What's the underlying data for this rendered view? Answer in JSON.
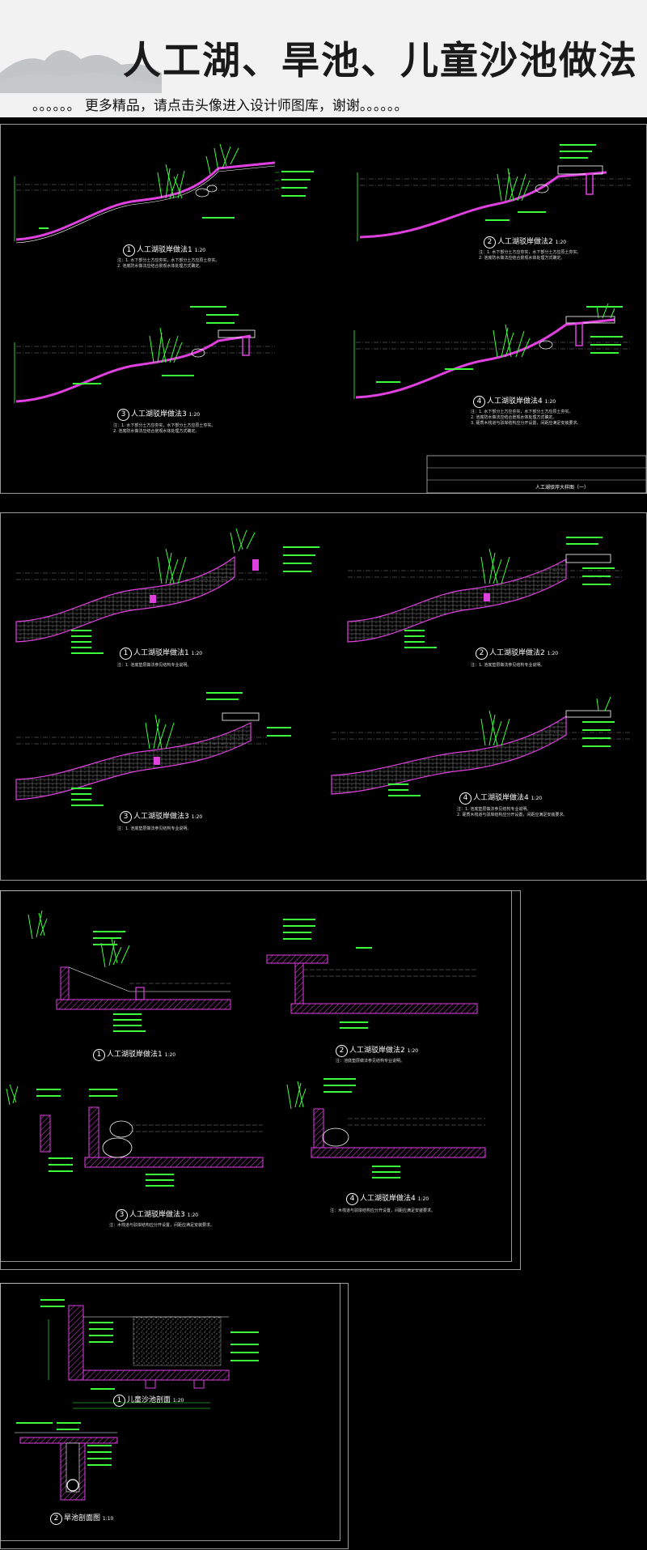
{
  "header": {
    "title": "人工湖、旱池、儿童沙池做法",
    "subtitle": "。。。。。。 更多精品，请点击头像进入设计师图库，谢谢。。。。。。"
  },
  "sheet1": {
    "panels": [
      {
        "num": "1",
        "label": "人工湖驳岸做法1",
        "scale": "1:20",
        "notes": [
          "注：1. 水下部分土方应夯实，水下部分土方应原土夯实。",
          "2. 池底防水做法应结合景观水体处理方式确定。"
        ]
      },
      {
        "num": "2",
        "label": "人工湖驳岸做法2",
        "scale": "1:20",
        "notes": [
          "注：1. 水下部分土方应夯实，水下部分土方应原土夯实。",
          "2. 池底防水做法应结合景观水体处理方式确定。"
        ]
      },
      {
        "num": "3",
        "label": "人工湖驳岸做法3",
        "scale": "1:20",
        "notes": [
          "注：1. 水下部分土方应夯实，水下部分土方应原土夯实。",
          "2. 池底防水做法应结合景观水体处理方式确定。"
        ]
      },
      {
        "num": "4",
        "label": "人工湖驳岸做法4",
        "scale": "1:20",
        "notes": [
          "注：1. 水下部分土方应夯实，水下部分土方应原土夯实。",
          "2. 池底防水做法应结合景观水体处理方式确定。",
          "3. 硬质木栈道与驳岸结构应分开设置，间距应满足安装要求。"
        ]
      }
    ],
    "titleblock": "人工湖驳岸大样图（一）"
  },
  "sheet2": {
    "panels": [
      {
        "num": "1",
        "label": "人工湖驳岸做法1",
        "scale": "1:20",
        "notes": [
          "注：1. 池底垫层做法参见结构专业说明。"
        ]
      },
      {
        "num": "2",
        "label": "人工湖驳岸做法2",
        "scale": "1:20",
        "notes": [
          "注：1. 池底垫层做法参见结构专业说明。"
        ]
      },
      {
        "num": "3",
        "label": "人工湖驳岸做法3",
        "scale": "1:20",
        "notes": [
          "注：1. 池底垫层做法参见结构专业说明。"
        ]
      },
      {
        "num": "4",
        "label": "人工湖驳岸做法4",
        "scale": "1:20",
        "notes": [
          "注：1. 池底垫层做法参见结构专业说明。",
          "2. 硬质木栈道与驳岸结构应分开设置，间距应满足安装要求。"
        ]
      }
    ]
  },
  "sheet3": {
    "panels": [
      {
        "num": "1",
        "label": "人工湖驳岸做法1",
        "scale": "1:20",
        "notes": []
      },
      {
        "num": "2",
        "label": "人工湖驳岸做法2",
        "scale": "1:20",
        "notes": [
          "注：池底垫层做法参见结构专业说明。"
        ]
      },
      {
        "num": "3",
        "label": "人工湖驳岸做法3",
        "scale": "1:20",
        "notes": [
          "注：木栈道与驳岸结构应分开设置，间距应满足安装要求。"
        ]
      },
      {
        "num": "4",
        "label": "人工湖驳岸做法4",
        "scale": "1:20",
        "notes": [
          "注：木栈道与驳岸结构应分开设置，间距应满足安装要求。"
        ]
      }
    ]
  },
  "sheet4": {
    "panels": [
      {
        "num": "1",
        "label": "儿童沙池剖面",
        "scale": "1:20"
      },
      {
        "num": "2",
        "label": "旱池剖面图",
        "scale": "1:10"
      }
    ]
  },
  "colors": {
    "background": "#000000",
    "line_green": "#3cff3c",
    "line_magenta": "#e040e0",
    "line_white": "#ffffff",
    "line_grey": "#9a9a9a"
  }
}
